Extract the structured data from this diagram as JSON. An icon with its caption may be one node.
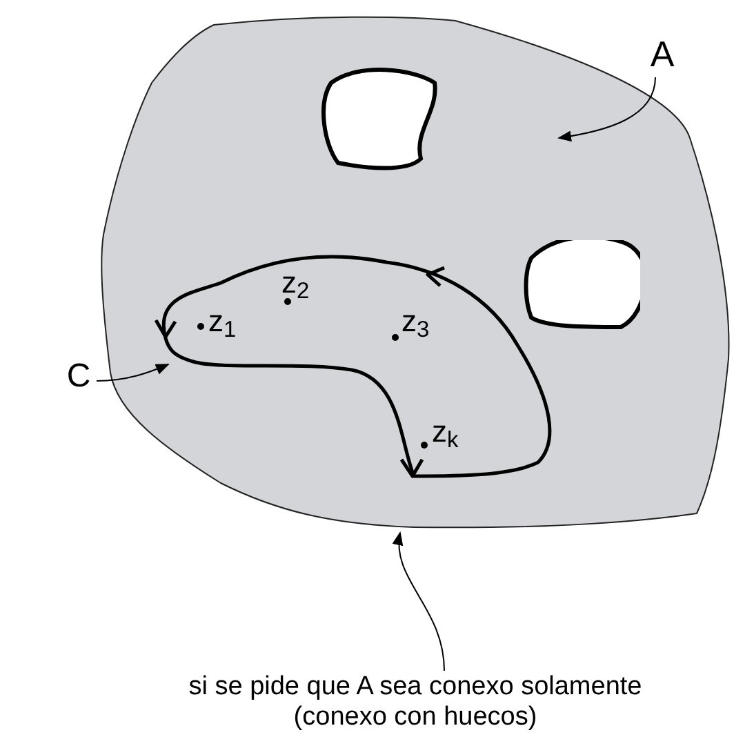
{
  "diagram": {
    "nodes": [
      {
        "text": [],
        "shape": "blob"
      },
      {
        "text": [],
        "shape": "blob",
        "in": 0
      },
      {
        "text": [],
        "shape": "blob",
        "in": 0
      },
      {
        "text": [],
        "shape": "curve",
        "in": 0
      },
      {
        "text": [
          "A"
        ]
      },
      {
        "text": [
          "C"
        ]
      },
      {
        "text": [
          "si se pide que A sea conexo solamente",
          "(conexo con huecos)"
        ]
      }
    ],
    "edges": [
      {
        "from": 4,
        "to": 0,
        "arrow": "to"
      },
      {
        "from": 5,
        "to": 3,
        "arrow": "to"
      },
      {
        "from": 6,
        "to": 0,
        "arrow": "to"
      }
    ],
    "labels": [
      "z$_{1}$",
      "z$_{2}$",
      "z$_{3}$",
      "z$_{k}$"
    ]
  }
}
